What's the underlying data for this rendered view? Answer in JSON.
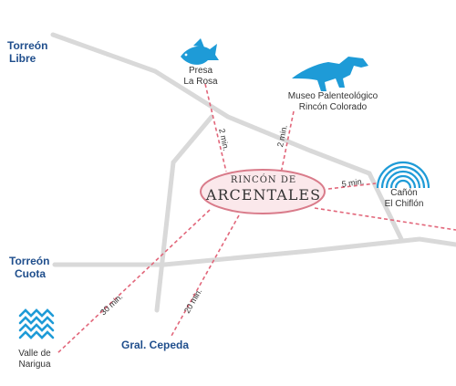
{
  "colors": {
    "road": "#d9d9d9",
    "route": "#e2667a",
    "ellipse_stroke": "#d97b8a",
    "ellipse_fill": "#fbe8eb",
    "label_blue": "#1f4e8c",
    "icon_blue": "#1e9bd7"
  },
  "center": {
    "line1": "Rincón de",
    "line2": "Arcentales"
  },
  "cities": {
    "torreon_libre": {
      "line1": "Torreón",
      "line2": "Libre"
    },
    "torreon_cuota": {
      "line1": "Torreón",
      "line2": "Cuota"
    },
    "gral_cepeda": "Gral. Cepeda"
  },
  "pois": {
    "presa": {
      "line1": "Presa",
      "line2": "La Rosa",
      "icon": "fish-icon"
    },
    "museo": {
      "line1": "Museo Palenteológico",
      "line2": "Rincón Colorado",
      "icon": "dinosaur-icon"
    },
    "canon": {
      "line1": "Cañón",
      "line2": "El Chiflón",
      "icon": "arches-icon"
    },
    "valle": {
      "line1": "Valle de",
      "line2": "Narigua",
      "icon": "waves-icon"
    }
  },
  "times": {
    "presa": "2 min.",
    "museo": "2 min.",
    "canon": "5 min.",
    "valle": "30 min.",
    "cepeda": "20 min."
  }
}
